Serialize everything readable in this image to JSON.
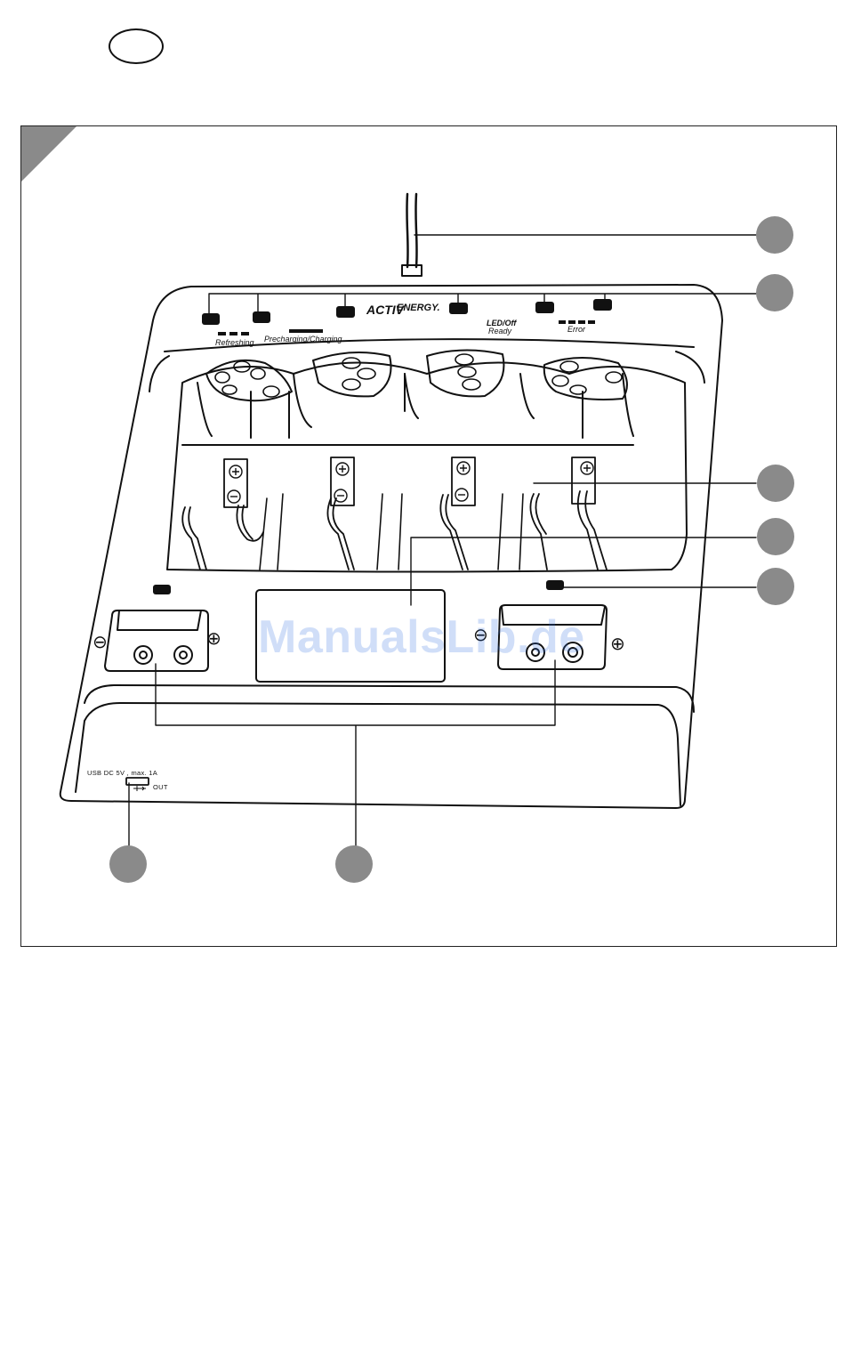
{
  "panel_labels": {
    "refreshing": "Refreshing",
    "precharging_charging": "Precharging/Charging",
    "brand_activ": "ACTIV",
    "brand_energy": "ENERGY.",
    "led_off": "LED/Off",
    "ready": "Ready",
    "error": "Error"
  },
  "usb_label": {
    "text": "USB DC 5V , max. 1A",
    "out": "OUT"
  },
  "polarity": {
    "minus": "⊖",
    "plus": "⊕"
  },
  "watermark": "ManualsLib.de",
  "colors": {
    "line": "#111111",
    "callout_fill": "#8a8a8a",
    "watermark": "#2f6fe0"
  }
}
